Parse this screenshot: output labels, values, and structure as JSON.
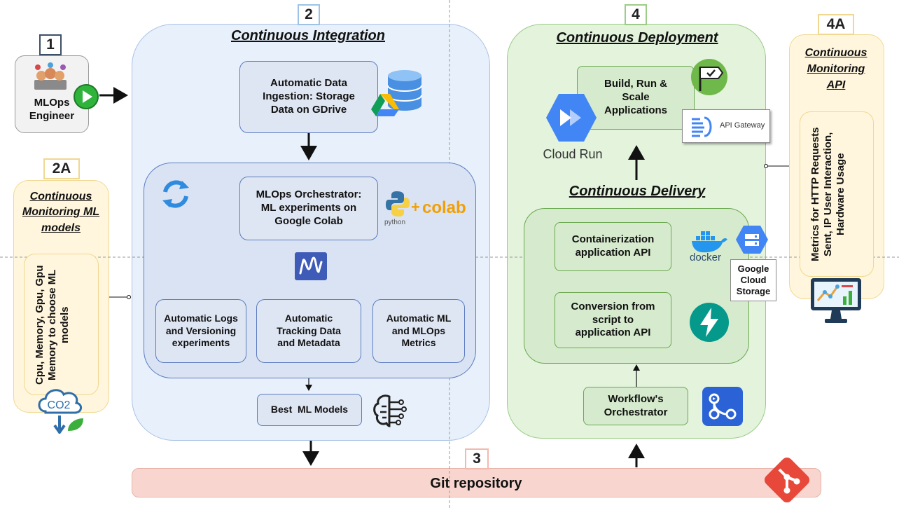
{
  "engineer": {
    "number": "1",
    "label": "MLOps Engineer"
  },
  "ci": {
    "number": "2",
    "title": "Continuous Integration",
    "ingestion": "Automatic Data Ingestion: Storage Data on GDrive",
    "orchestrator": "MLOps Orchestrator: ML experiments on Google Colab",
    "python_label": "python",
    "colab_label": "colab",
    "logs": "Automatic Logs and Versioning experiments",
    "tracking": "Automatic Tracking Data and Metadata",
    "metrics": "Automatic ML and MLOps Metrics",
    "best_models": "Best  ML Models"
  },
  "monitoring_ml": {
    "number": "2A",
    "title": "Continuous Monitoring ML models",
    "content": "Cpu, Memory, Gpu, Gpu Memory to choose ML models",
    "co2_label": "CO2"
  },
  "git": {
    "number": "3",
    "label": "Git repository"
  },
  "cd": {
    "number": "4",
    "title": "Continuous Deployment",
    "build": "Build, Run & Scale Applications",
    "cloud_run": "Cloud Run",
    "api_gateway": "API Gateway",
    "delivery_title": "Continuous Delivery",
    "containerization": "Containerization application API",
    "docker_label": "docker",
    "gcs": "Google Cloud Storage",
    "conversion": "Conversion from script to application API",
    "workflow": "Workflow's Orchestrator"
  },
  "monitoring_api": {
    "number": "4A",
    "title": "Continuous Monitoring API",
    "content": "Metrics for HTTP Requests Sent, IP User Interaction, Hardware Usage"
  },
  "colors": {
    "ci_bg": "#e8f0fb",
    "cd_bg": "#e3f3dc",
    "monitor_bg": "#fff6dd",
    "git_bg": "#f8d6cf",
    "git_logo": "#e8483a"
  }
}
